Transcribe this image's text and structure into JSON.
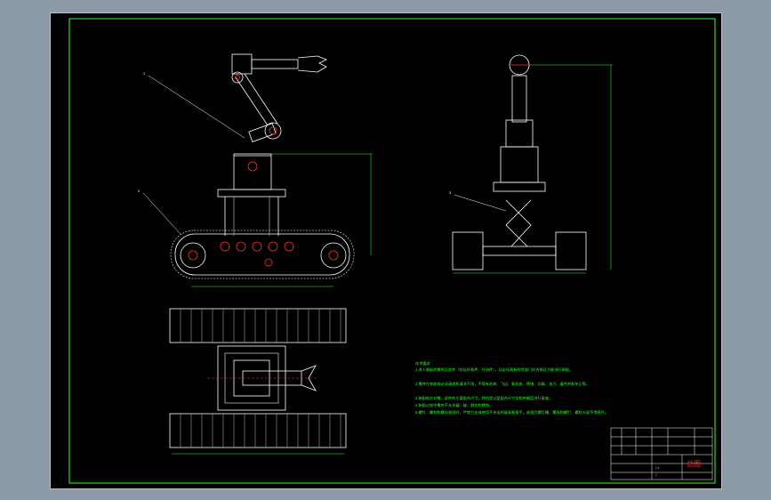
{
  "drawing": {
    "title_block": {
      "title": "总图",
      "ratio": "1:1",
      "sheet": "1"
    },
    "tech_requirements": {
      "heading": "技术要求",
      "lines": [
        "1.进入装配的零件及部件（包括外购件、外协件），均必须具有检验部门的合格证方能进行装配。",
        "2.零件在装配前必须清理和清洗干净，不得有毛刺、飞边、氧化皮、锈蚀、切屑、油污、着色剂和灰尘等。",
        "3.装配前应对零、部件的主要配合尺寸，特别是过盈配合尺寸及相关精度进行复查。",
        "4.装配过程中零件不允许磕、碰、划伤和锈蚀。",
        "5.螺钉、螺栓和螺母紧固时，严禁打击或使用不合适的旋具和扳手。紧固后螺钉槽、螺母和螺钉、螺栓头部不得损坏。"
      ]
    },
    "part_labels": [
      "1",
      "2",
      "3"
    ]
  }
}
